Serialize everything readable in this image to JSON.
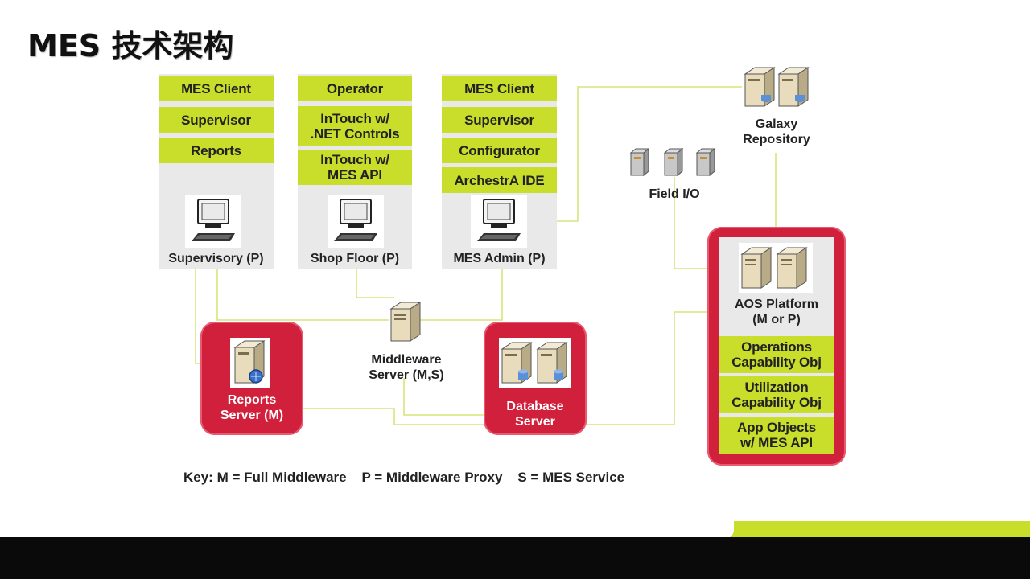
{
  "title": "MES 技术架构",
  "columns": [
    {
      "id": "supervisory",
      "labels": [
        "MES Client",
        "Supervisor",
        "Reports"
      ],
      "caption": "Supervisory (P)"
    },
    {
      "id": "shopfloor",
      "labels": [
        "Operator",
        "InTouch w/\n.NET Controls",
        "InTouch w/\nMES API"
      ],
      "caption": "Shop Floor (P)"
    },
    {
      "id": "admin",
      "labels": [
        "MES Client",
        "Supervisor",
        "Configurator",
        "ArchestrA IDE"
      ],
      "caption": "MES Admin (P)"
    }
  ],
  "galaxy": {
    "caption": "Galaxy\nRepository"
  },
  "field_io": {
    "caption": "Field I/O"
  },
  "middleware": {
    "caption": "Middleware\nServer (M,S)"
  },
  "reports_server": {
    "caption": "Reports\nServer (M)"
  },
  "database_server": {
    "caption": "Database\nServer"
  },
  "aos": {
    "caption": "AOS Platform\n(M or P)",
    "labels": [
      "Operations\nCapability Obj",
      "Utilization\nCapability Obj",
      "App Objects\nw/ MES API"
    ]
  },
  "key": "Key: M = Full Middleware    P = Middleware Proxy    S = MES Service",
  "colors": {
    "accent": "#c9de2b",
    "red": "#d1203b",
    "panel": "#e9e9e9"
  }
}
